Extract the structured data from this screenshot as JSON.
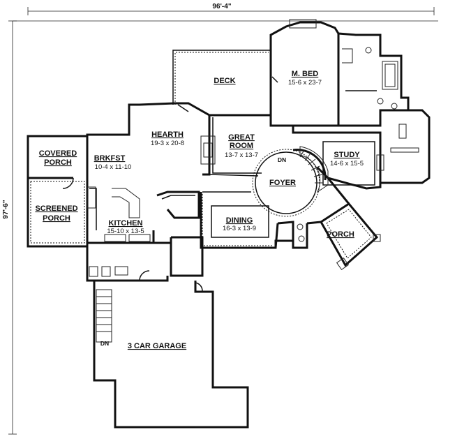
{
  "dimensions": {
    "overall_width": "96'-4\"",
    "overall_depth": "97'-6\""
  },
  "rooms": {
    "deck": {
      "name": "DECK"
    },
    "master_bed": {
      "name": "M. BED",
      "size": "15-6 x 23-7"
    },
    "hearth": {
      "name": "HEARTH",
      "size": "19-3 x 20-8"
    },
    "great_room": {
      "name": "GREAT",
      "name2": "ROOM",
      "size": "13-7 x 13-7"
    },
    "study": {
      "name": "STUDY",
      "size": "14-6 x 15-5"
    },
    "covered_porch": {
      "name": "COVERED",
      "name2": "PORCH"
    },
    "breakfast": {
      "name": "BRKFST",
      "size": "10-4 x 11-10"
    },
    "screened_porch": {
      "name": "SCREENED",
      "name2": "PORCH"
    },
    "kitchen": {
      "name": "KITCHEN",
      "size": "15-10 x 13-5"
    },
    "foyer": {
      "name": "FOYER"
    },
    "dining": {
      "name": "DINING",
      "size": "16-3 x 13-9"
    },
    "porch": {
      "name": "PORCH"
    },
    "garage": {
      "name": "3 CAR GARAGE"
    }
  },
  "labels": {
    "foyer_stair_down": "DN",
    "garage_stair_down": "DN"
  }
}
